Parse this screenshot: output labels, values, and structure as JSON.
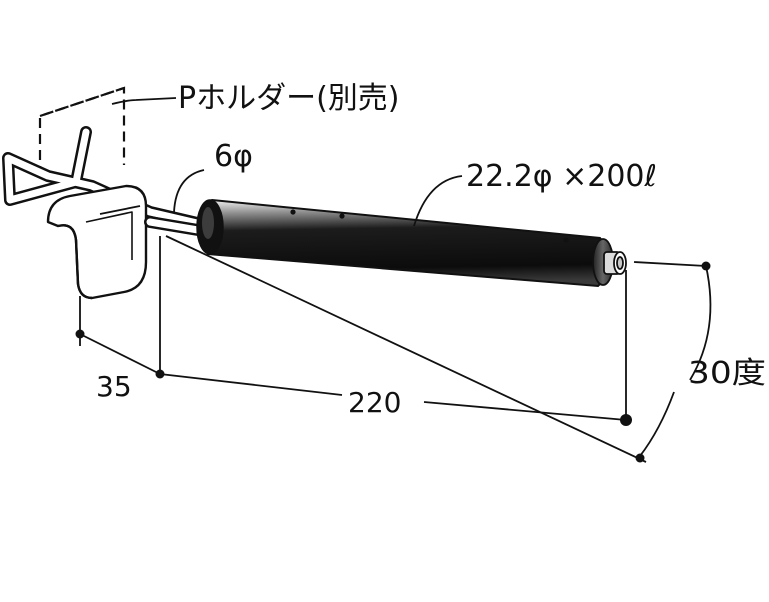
{
  "labels": {
    "holder": "Pホルダー(別売)",
    "wire_diameter": "6φ",
    "pipe_size": "22.2φ ×200ℓ",
    "dim_35": "35",
    "dim_220": "220",
    "angle": "30度"
  },
  "colors": {
    "ink": "#111111",
    "pipe_dark": "#141414",
    "pipe_highlight": "#9a9a9a",
    "background": "#ffffff"
  }
}
